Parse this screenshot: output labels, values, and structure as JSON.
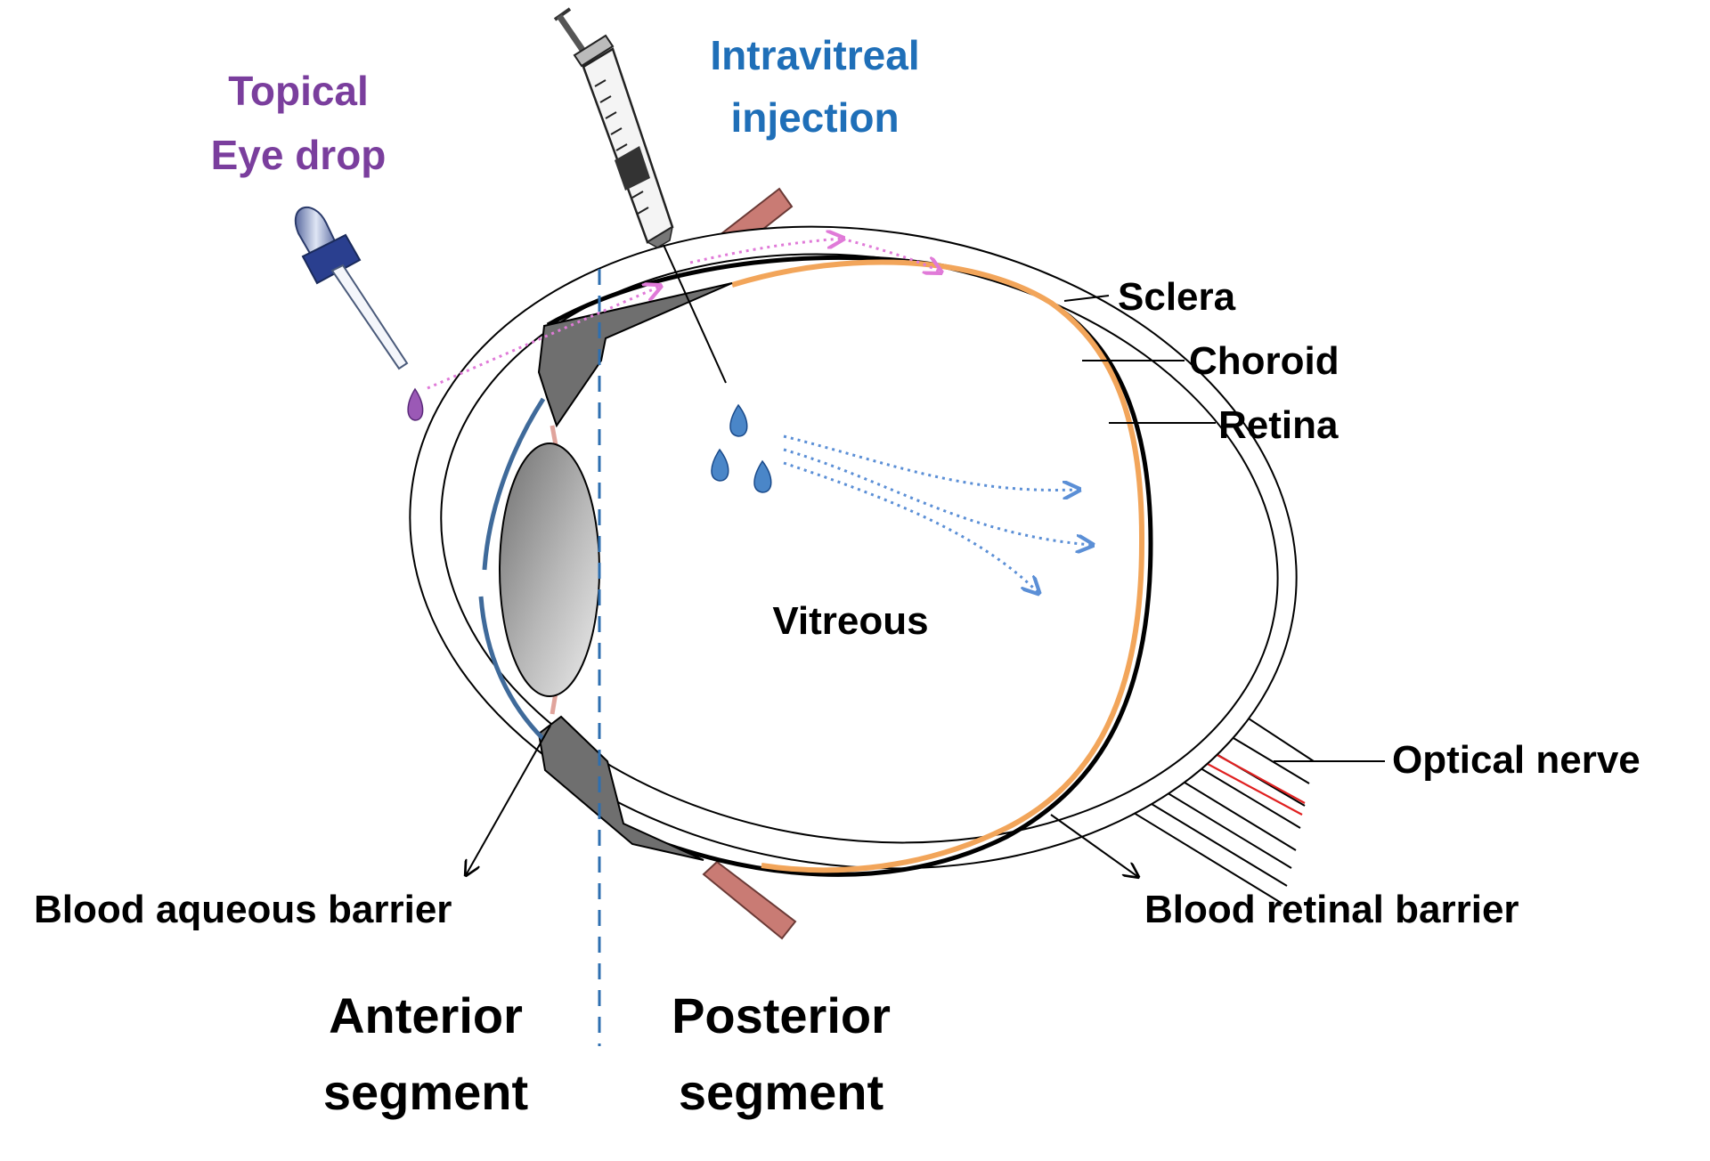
{
  "labels": {
    "topical_line1": "Topical",
    "topical_line2": "Eye drop",
    "intravitreal_line1": "Intravitreal",
    "intravitreal_line2": "injection",
    "sclera": "Sclera",
    "choroid": "Choroid",
    "retina": "Retina",
    "vitreous": "Vitreous",
    "optical_nerve": "Optical nerve",
    "blood_aqueous_barrier": "Blood aqueous barrier",
    "blood_retinal_barrier": "Blood retinal barrier",
    "anterior_line1": "Anterior",
    "anterior_line2": "segment",
    "posterior_line1": "Posterior",
    "posterior_line2": "segment"
  },
  "colors": {
    "topical": "#7a3e9d",
    "intravitreal": "#1f6fb8",
    "retina": "#f2a55a",
    "drop_blue": "#4a86c8",
    "drop_purple": "#9b59b6",
    "pink_arrow": "#e07ad8",
    "blue_arrow": "#5b8fd6",
    "muscle": "#c97b74",
    "segment_divider": "#2e6fb0",
    "text": "#000000"
  },
  "icons": {
    "dropper": "eye-dropper-icon",
    "syringe": "syringe-icon"
  }
}
